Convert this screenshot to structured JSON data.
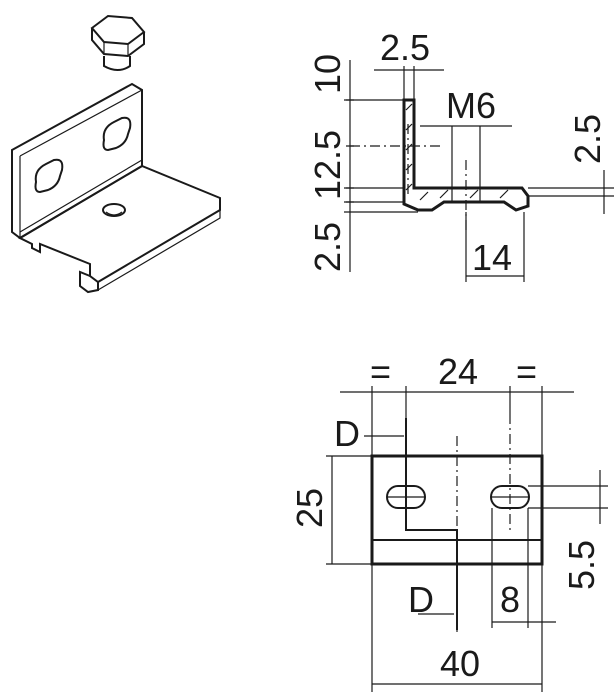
{
  "iso_view": {
    "parts": [
      "hex-bolt",
      "angle-bracket"
    ]
  },
  "section_view": {
    "dim_top_thickness": "2.5",
    "dim_thread": "M6",
    "dim_upper_height": "10",
    "dim_mid_height": "12.5",
    "dim_lower_height": "2.5",
    "dim_right_thickness": "2.5",
    "dim_hole_offset": "14"
  },
  "front_view": {
    "dim_equal_left": "=",
    "dim_slot_spacing": "24",
    "dim_equal_right": "=",
    "label_d_top": "D",
    "label_d_bottom": "D",
    "dim_height": "25",
    "dim_slot_height": "5.5",
    "dim_slot_width": "8",
    "dim_width": "40"
  }
}
